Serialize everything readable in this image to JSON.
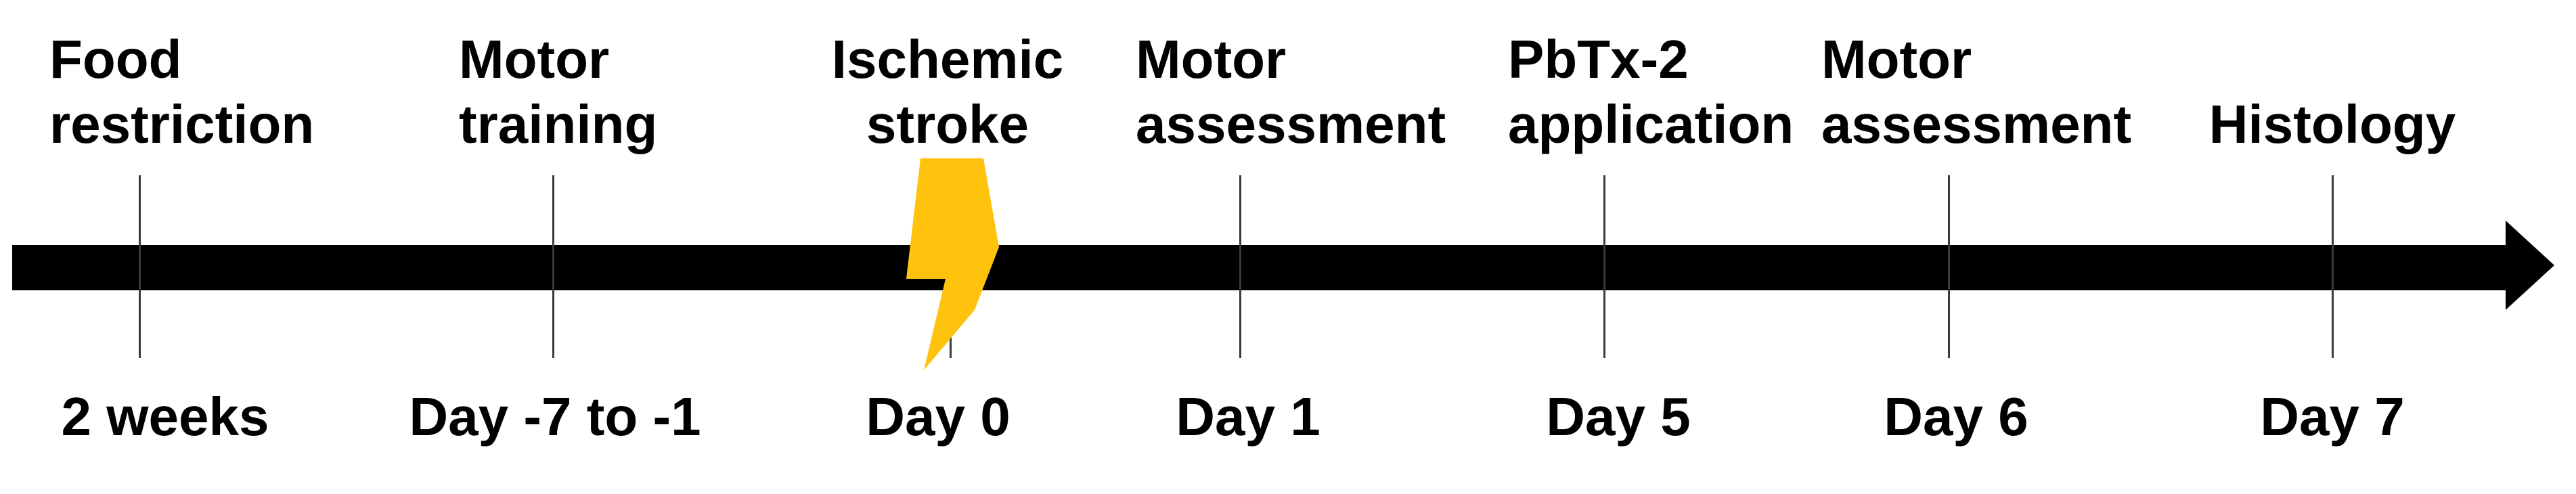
{
  "figure": {
    "type": "experimental-timeline",
    "background_color": "#ffffff",
    "timeline_color": "#000000",
    "tick_color": "#3a3a3a",
    "bolt_color": "#FFC20D"
  },
  "events": [
    {
      "id": "food-restriction",
      "label": "Food\nrestriction",
      "day": "2 weeks"
    },
    {
      "id": "motor-training",
      "label": "Motor\ntraining",
      "day": "Day -7 to -1"
    },
    {
      "id": "ischemic-stroke",
      "label": "Ischemic\nstroke",
      "day": "Day 0",
      "icon": "lightning-bolt"
    },
    {
      "id": "motor-assessment-1",
      "label": "Motor\nassessment",
      "day": "Day 1"
    },
    {
      "id": "pbtx2-application",
      "label": "PbTx-2\napplication",
      "day": "Day 5"
    },
    {
      "id": "motor-assessment-2",
      "label": "Motor\nassessment",
      "day": "Day 6"
    },
    {
      "id": "histology",
      "label": "Histology",
      "day": "Day 7"
    }
  ]
}
